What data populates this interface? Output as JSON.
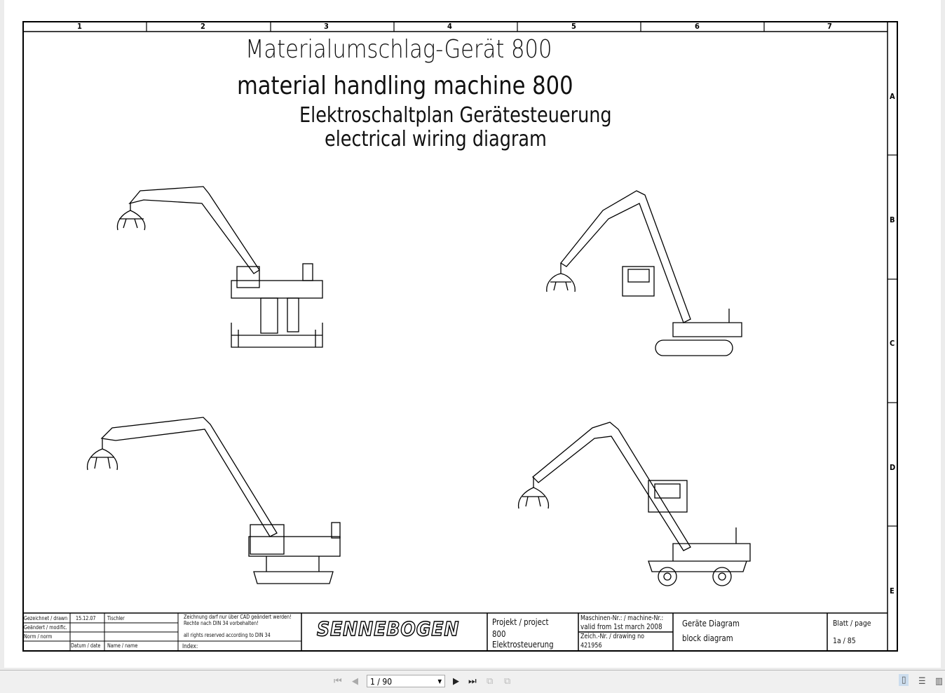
{
  "header": {
    "title_de": "Materialumschlag-Gerät 800",
    "title_en": "material handling machine 800",
    "subtitle_de": "Elektroschaltplan Gerätesteuerung",
    "subtitle_en": "electrical wiring diagram"
  },
  "grid": {
    "columns": [
      "1",
      "2",
      "3",
      "4",
      "5",
      "6",
      "7"
    ],
    "rows": [
      "A",
      "B",
      "C",
      "D",
      "E"
    ]
  },
  "title_block": {
    "drawn_label": "Gezeichnet / drawn",
    "drawn_date": "15.12.07",
    "drawn_name": "Tischler",
    "modified_label": "Geändert / modific.",
    "norm_label": "Norm / norm",
    "date_label": "Datum / date",
    "name_label": "Name / name",
    "note1": "Zeichnung darf nur  über CAD geändert werden!",
    "note2": "Rechte nach DIN 34 vorbehalten!",
    "note3": "all rights reserved according to DIN 34",
    "index_label": "Index:",
    "logo": "SENNEBOGEN",
    "project_label": "Projekt / project",
    "project_value": "800",
    "project_name": "Elektrosteuerung",
    "machine_label": "Maschinen-Nr.:  / machine-Nr.:",
    "machine_value": "valid from 1st march 2008",
    "drawing_label": "Zeich.-Nr. / drawing no",
    "drawing_value": "421956",
    "diagram_de": "Geräte Diagram",
    "diagram_en": "block diagram",
    "page_label": "Blatt / page",
    "page_value": "1a / 85"
  },
  "toolbar": {
    "page_indicator": "1 / 90"
  }
}
